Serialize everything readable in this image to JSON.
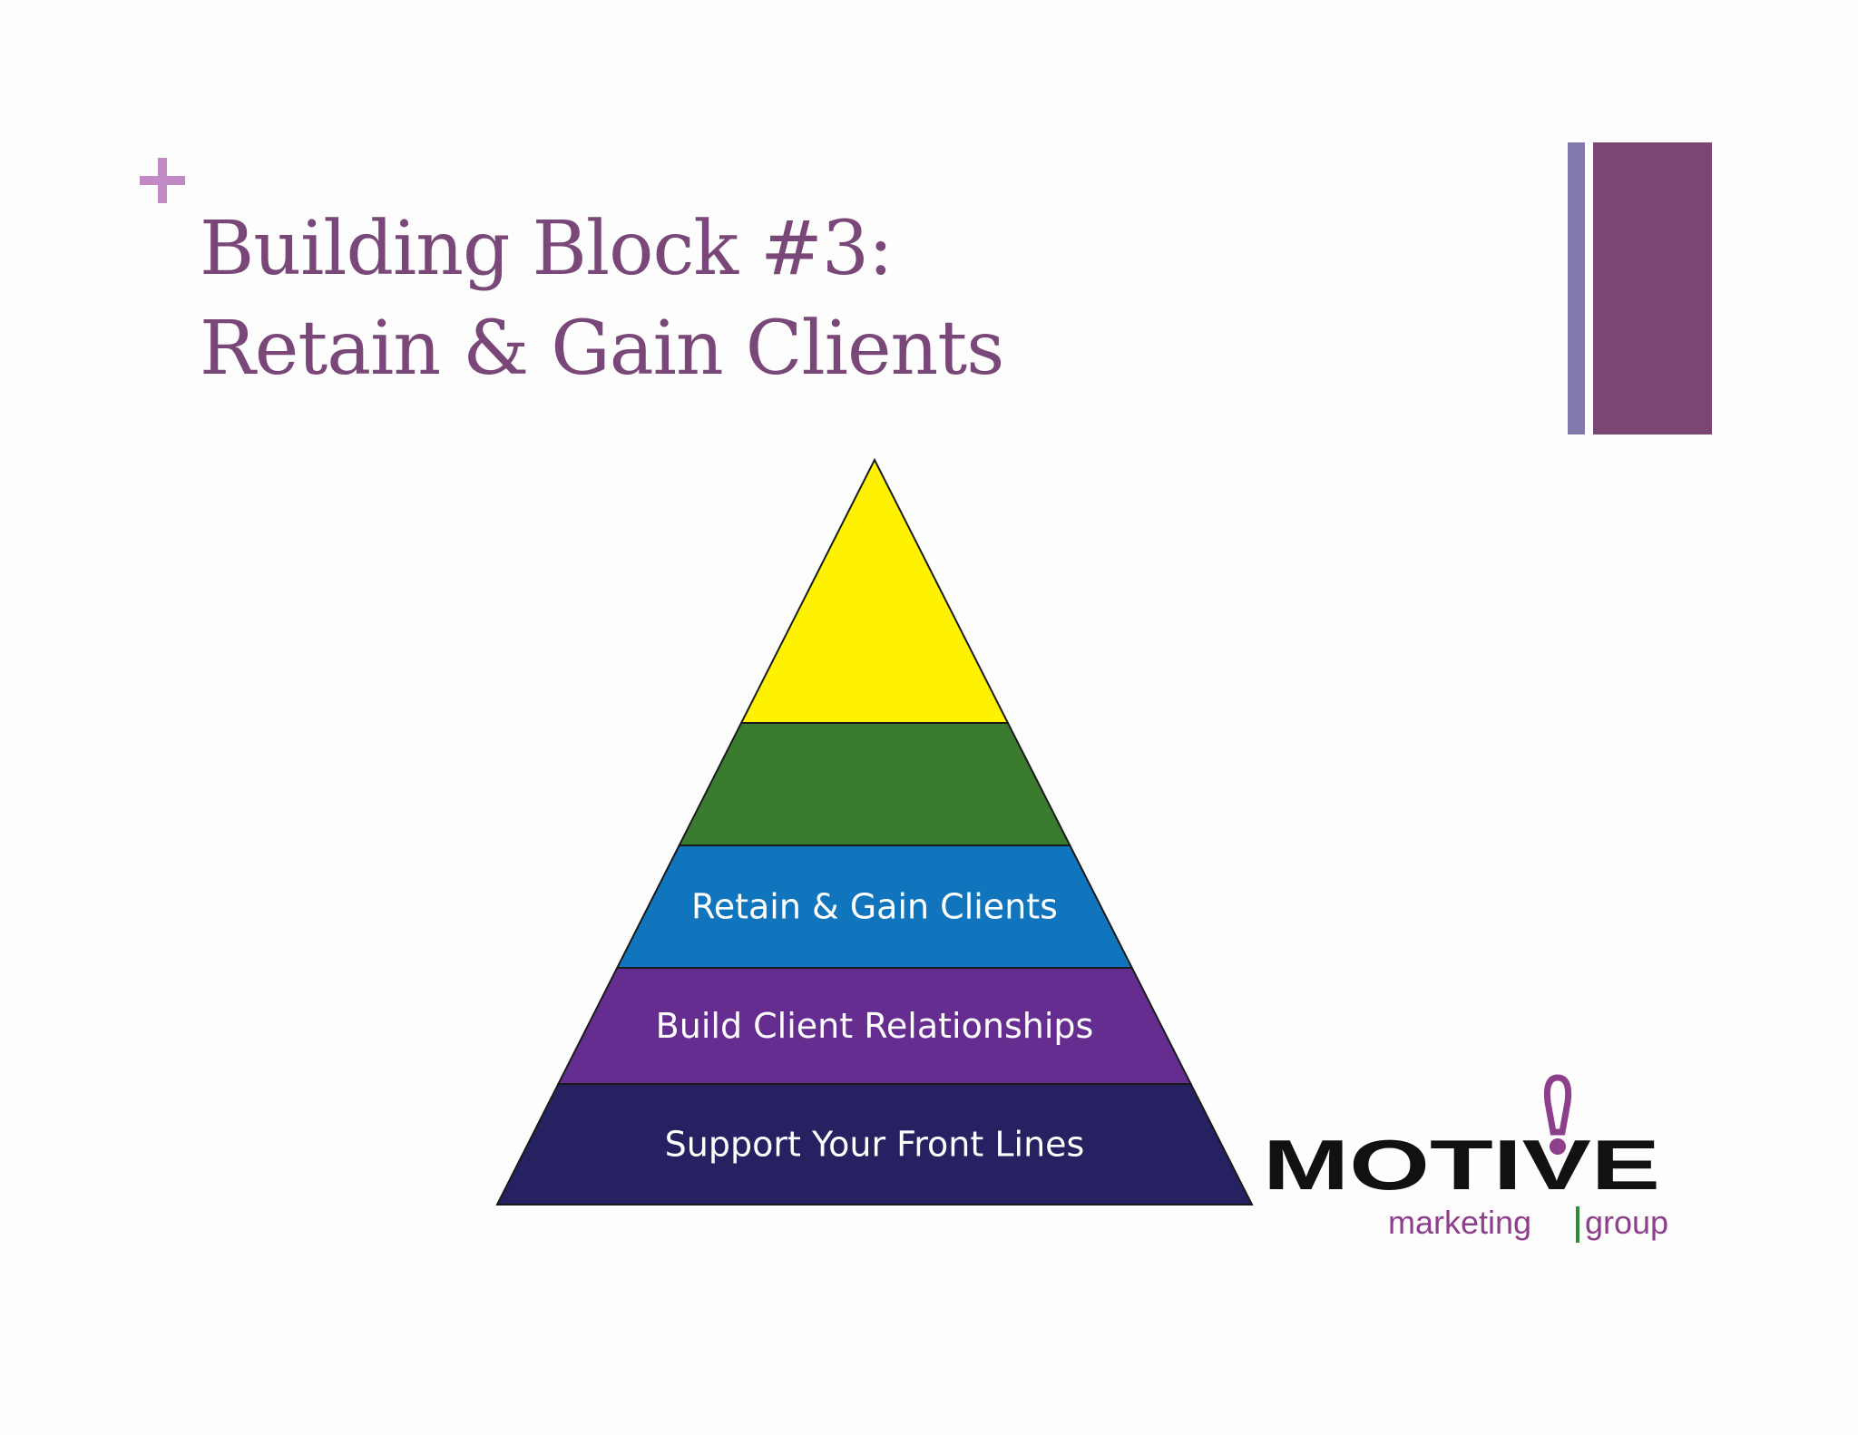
{
  "slide": {
    "title_line1": "Building Block #3:",
    "title_line2": "Retain & Gain Clients"
  },
  "pyramid": {
    "levels": [
      {
        "label": "",
        "color": "#fff200"
      },
      {
        "label": "",
        "color": "#3a7b30"
      },
      {
        "label": "Retain & Gain Clients",
        "color": "#1075bc"
      },
      {
        "label": "Build Client Relationships",
        "color": "#662d91"
      },
      {
        "label": "Support Your Front Lines",
        "color": "#262262"
      }
    ]
  },
  "logo": {
    "name": "MOTIVE",
    "tagline_left": "marketing",
    "tagline_right": "group"
  },
  "colors": {
    "title": "#7a4878",
    "plus": "#c08ac4",
    "accent_bar_light": "#8479ad",
    "accent_bar_dark": "#7b4574",
    "logo_purple": "#8e3f8c"
  }
}
